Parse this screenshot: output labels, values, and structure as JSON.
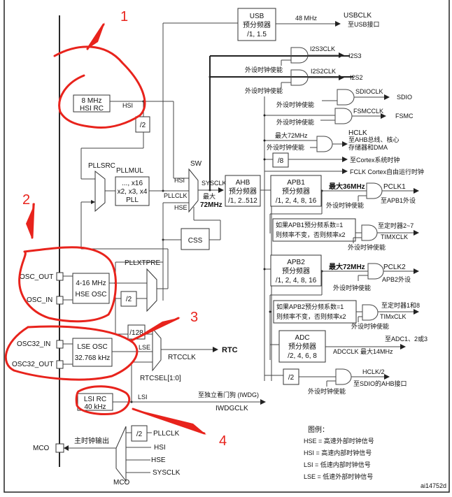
{
  "diagram": {
    "figure_id": "ai14752d",
    "annotations": {
      "n1": "1",
      "n2": "2",
      "n3": "3",
      "n4": "4",
      "color": "#e8231c"
    },
    "pins": {
      "osc_out": "OSC_OUT",
      "osc_in": "OSC_IN",
      "osc32_in": "OSC32_IN",
      "osc32_out": "OSC32_OUT",
      "mco": "MCO"
    },
    "sources": {
      "hsi": {
        "line1": "8 MHz",
        "line2": "HSI RC",
        "signal": "HSI"
      },
      "hse": {
        "line1": "4-16 MHz",
        "line2": "HSE OSC"
      },
      "lse": {
        "line1": "LSE OSC",
        "line2": "32.768 kHz",
        "signal": "LSE"
      },
      "lsi": {
        "line1": "LSI RC",
        "line2": "40 kHz",
        "signal": "LSI"
      }
    },
    "dividers": {
      "hsi_div2": "/2",
      "hse_div2": "/2",
      "div128": "/128",
      "div8": "/8",
      "ahb_div2": "/2",
      "mco_div2": "/2"
    },
    "pll": {
      "src_label": "PLLSRC",
      "mul_label": "PLLMUL",
      "line1": "..., x16",
      "line2": "x2, x3, x4",
      "line3": "PLL",
      "xtpre": "PLLXTPRE",
      "pllclk": "PLLCLK"
    },
    "sw": {
      "label": "SW",
      "in_hsi": "HSI",
      "in_pll": "PLLCLK",
      "in_hse": "HSE",
      "out": "SYSCLK",
      "max1": "最大",
      "max2": "72MHz"
    },
    "css": "CSS",
    "usb": {
      "line1": "USB",
      "line2": "预分频器",
      "line3": "/1, 1.5",
      "freq": "48 MHz",
      "out": "USBCLK",
      "dest": "至USB接口"
    },
    "ahb": {
      "line1": "AHB",
      "line2": "预分频器",
      "line3": "/1, 2..512"
    },
    "enable_label": "外设时钟使能",
    "i2s3": {
      "clk": "I2S3CLK",
      "dest": "I2S3"
    },
    "i2s2": {
      "clk": "I2S2CLK",
      "dest": "I2S2"
    },
    "sdio": {
      "clk": "SDIOCLK",
      "dest": "SDIO"
    },
    "fsmc": {
      "clk": "FSMCCLK",
      "dest": "FSMC"
    },
    "hclk": {
      "max": "最大72MHz",
      "out": "HCLK",
      "dest1": "至AHB总线、核心",
      "dest2": "存储器和DMA"
    },
    "cortex_sys": "至Cortex系统时钟",
    "fclk": "FCLK Cortex自由运行时钟",
    "apb1": {
      "line1": "APB1",
      "line2": "预分频器",
      "line3": "/1, 2, 4, 8, 16",
      "max": "最大36MHz",
      "out": "PCLK1",
      "dest": "至APB1外设"
    },
    "tim1x": {
      "line1": "如果APB1预分频系数=1",
      "line2": "则频率不变，否则频率x2",
      "dest": "至定时器2~7",
      "out": "TIMXCLK"
    },
    "apb2": {
      "line1": "APB2",
      "line2": "预分频器",
      "line3": "/1, 2, 4, 8, 16",
      "max": "最大72MHz",
      "out": "PCLK2",
      "dest": "APB2外设"
    },
    "tim2x": {
      "line1": "如果APB2预分频系数=1",
      "line2": "则频率不变，否则频率x2",
      "dest": "至定时器1和8",
      "out": "TIMxCLK"
    },
    "adc": {
      "line1": "ADC",
      "line2": "预分频器",
      "line3": "/2, 4, 6, 8",
      "out": "ADCCLK  最大14MHz",
      "dest": "至ADC1、2或3"
    },
    "sdio_ahb": {
      "out": "HCLK/2",
      "dest": "至SDIO的AHB接口"
    },
    "rtc": {
      "out": "RTCCLK",
      "dest": "RTC",
      "sel": "RTCSEL[1:0]"
    },
    "iwdg": {
      "dest": "至独立看门狗  (IWDG)",
      "out": "IWDGCLK"
    },
    "mco_mux": {
      "label": "主时钟输出",
      "sel": "MCO",
      "in1": "PLLCLK",
      "in2": "HSI",
      "in3": "HSE",
      "in4": "SYSCLK"
    },
    "legend": {
      "title": "图例：",
      "items": [
        "HSE = 高速外部时钟信号",
        "HSI = 高速内部时钟信号",
        "LSI = 低速内部时钟信号",
        "LSE = 低速外部时钟信号"
      ]
    }
  }
}
